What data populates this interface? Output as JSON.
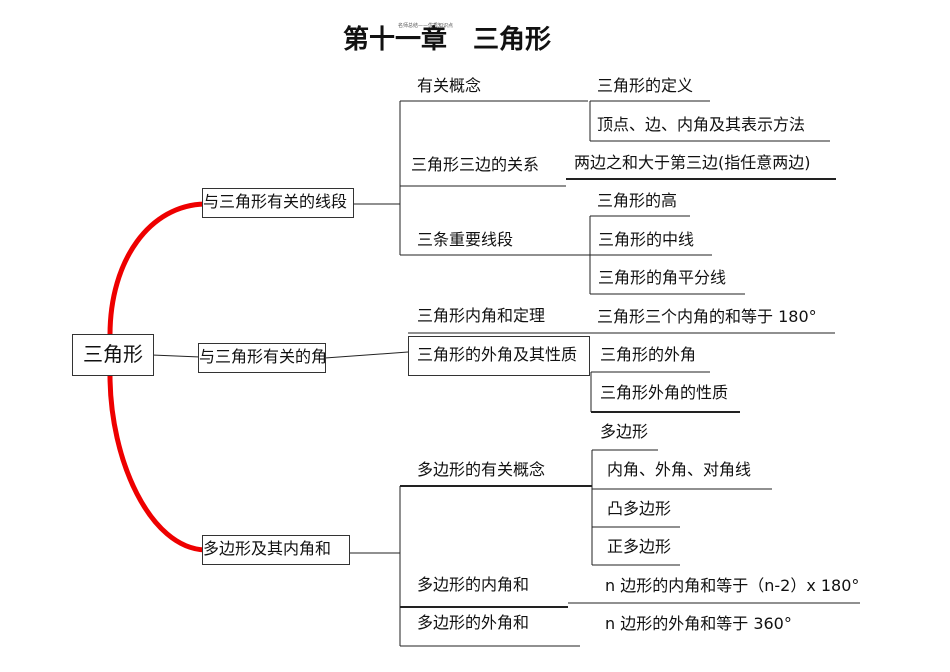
{
  "title": "第十一章　三角形",
  "header_note": "名师总结——优秀知识点",
  "root": "三角形",
  "branches": [
    {
      "label": "与三角形有关的线段",
      "groups": [
        {
          "label": "有关概念",
          "leaves": [
            "三角形的定义",
            "顶点、边、内角及其表示方法"
          ]
        },
        {
          "label": "三角形三边的关系",
          "leaves": [
            "两边之和大于第三边(指任意两边)"
          ]
        },
        {
          "label": "三条重要线段",
          "leaves": [
            "三角形的高",
            "三角形的中线",
            "三角形的角平分线"
          ]
        }
      ]
    },
    {
      "label": "与三角形有关的角",
      "groups": [
        {
          "label": "三角形内角和定理",
          "leaves": [
            "三角形三个内角的和等于 180°"
          ]
        },
        {
          "label": "三角形的外角及其性质",
          "leaves": [
            "三角形的外角",
            "三角形外角的性质"
          ]
        }
      ]
    },
    {
      "label": "多边形及其内角和",
      "groups": [
        {
          "label": "多边形的有关概念",
          "leaves": [
            "多边形",
            "内角、外角、对角线",
            "凸多边形",
            "正多边形"
          ]
        },
        {
          "label": "多边形的内角和",
          "leaves": [
            "n 边形的内角和等于（n-2）x 180°"
          ]
        },
        {
          "label": "多边形的外角和",
          "leaves": [
            "n 边形的外角和等于 360°"
          ]
        }
      ]
    }
  ],
  "colors": {
    "curve": "#ee0000",
    "line": "#222222"
  }
}
